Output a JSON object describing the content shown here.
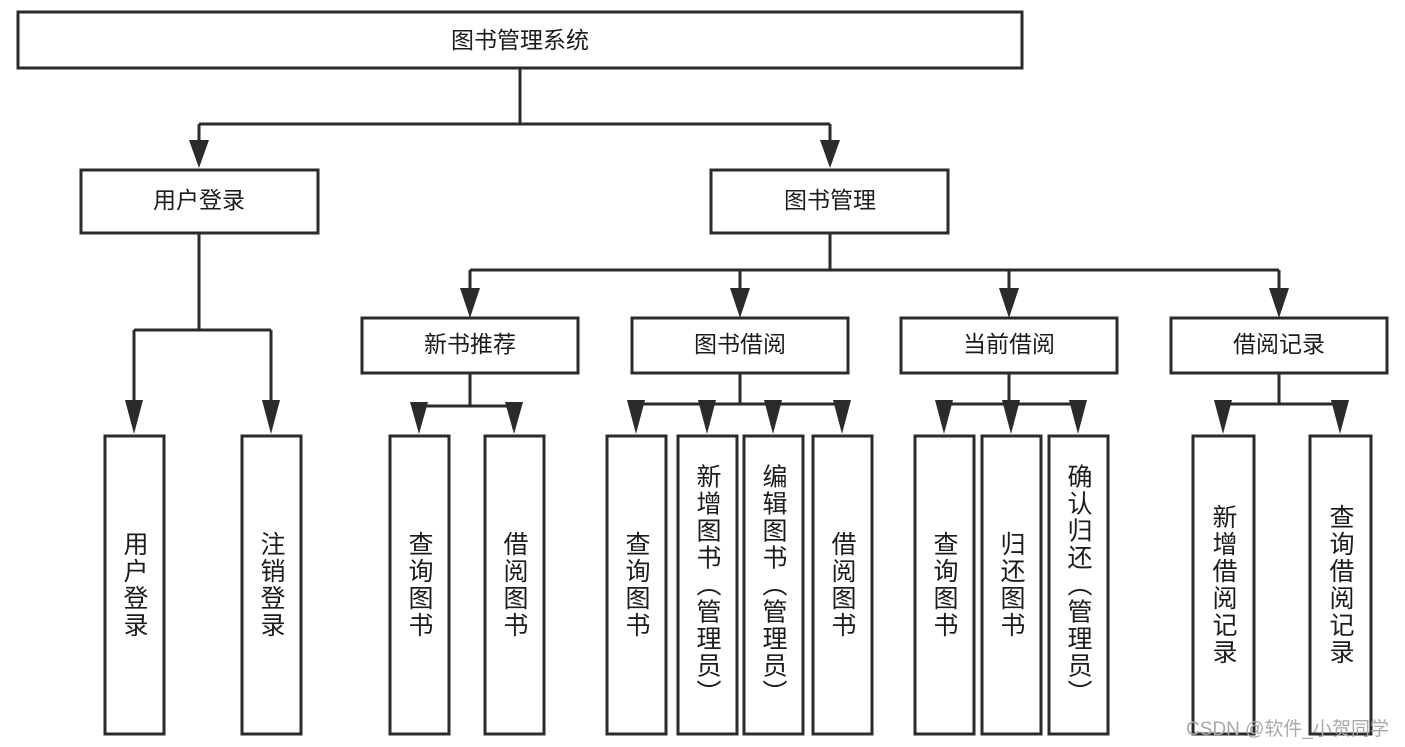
{
  "diagram": {
    "type": "tree-hierarchy-chart",
    "title": "图书管理系统",
    "orientation": "top-down",
    "colors": {
      "box_fill": "#ffffff",
      "box_stroke": "#2b2b2b",
      "text": "#1c1c1c",
      "background": "#ffffff",
      "watermark": "#a9a9a9"
    },
    "root": {
      "label": "图书管理系统"
    },
    "level2": [
      {
        "label": "用户登录"
      },
      {
        "label": "图书管理"
      }
    ],
    "level3": [
      {
        "label": "新书推荐"
      },
      {
        "label": "图书借阅"
      },
      {
        "label": "当前借阅"
      },
      {
        "label": "借阅记录"
      }
    ],
    "leaves": {
      "user_login": [
        {
          "label": "用户登录"
        },
        {
          "label": "注销登录"
        }
      ],
      "new_book_recommend": [
        {
          "label": "查询图书"
        },
        {
          "label": "借阅图书"
        }
      ],
      "book_borrow": [
        {
          "label": "查询图书"
        },
        {
          "label": "新增图书（管理员）"
        },
        {
          "label": "编辑图书（管理员）"
        },
        {
          "label": "借阅图书"
        }
      ],
      "current_borrow": [
        {
          "label": "查询图书"
        },
        {
          "label": "归还图书"
        },
        {
          "label": "确认归还（管理员）"
        }
      ],
      "borrow_record": [
        {
          "label": "新增借阅记录"
        },
        {
          "label": "查询借阅记录"
        }
      ]
    }
  },
  "watermark": {
    "text": "CSDN @软件_小贺同学"
  }
}
